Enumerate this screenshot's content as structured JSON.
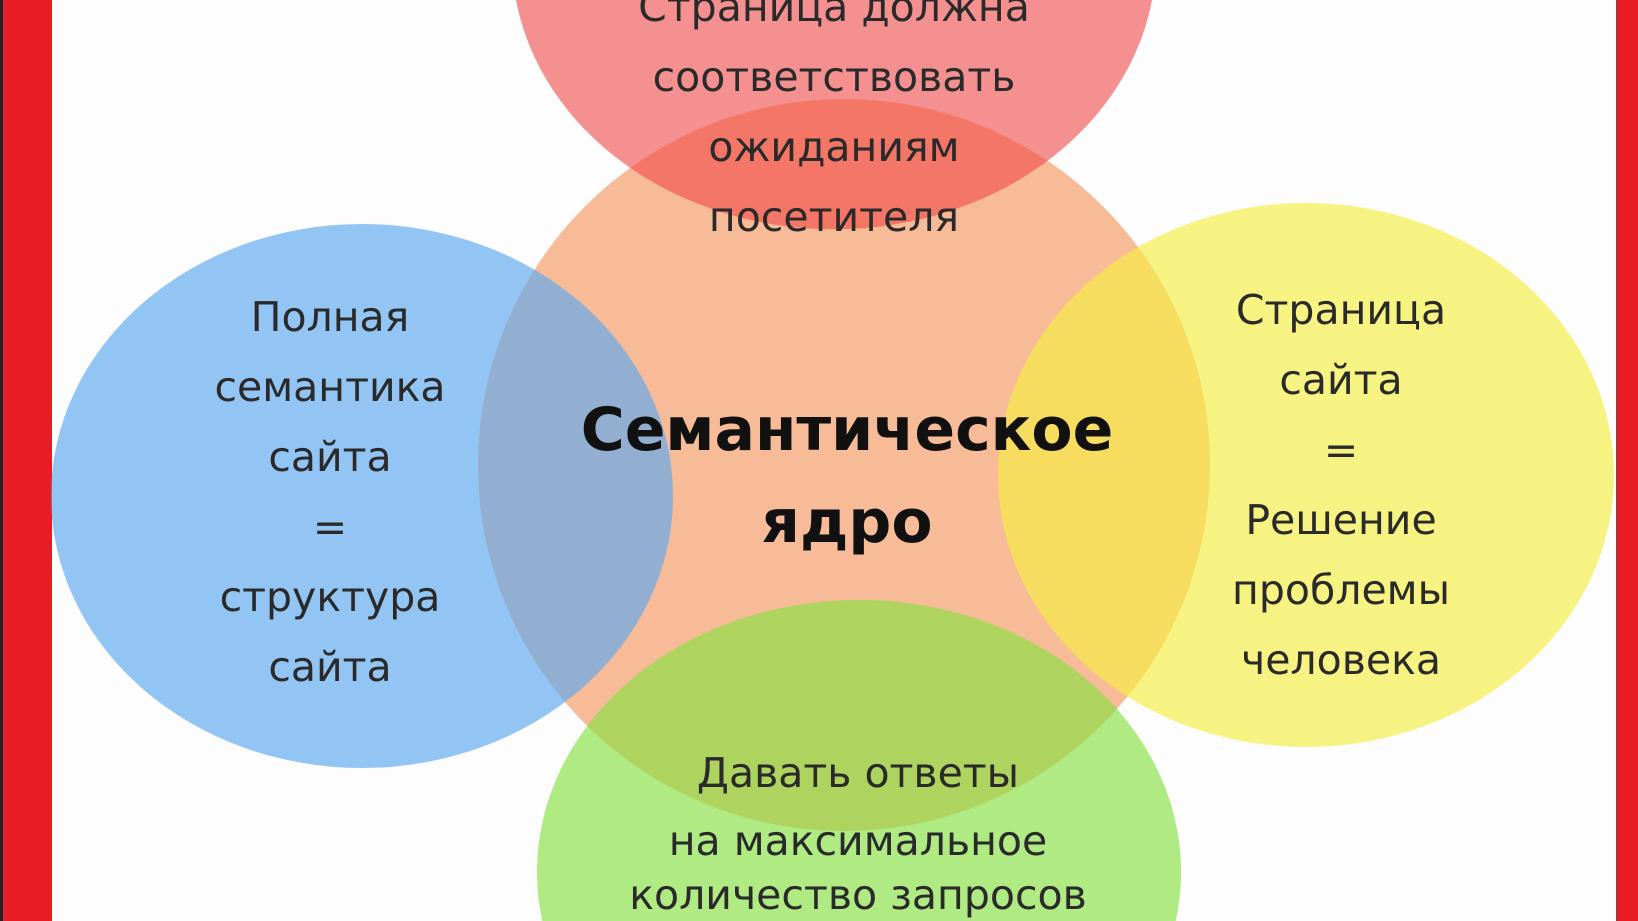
{
  "diagram": {
    "center": {
      "lines": [
        "Семантическое",
        "ядро"
      ],
      "color": "#f7b48c"
    },
    "top": {
      "lines": [
        "Страница должна",
        "соответствовать",
        "ожиданиям",
        "посетителя"
      ],
      "color": "#f04848"
    },
    "left": {
      "lines": [
        "Полная",
        "семантика",
        "сайта",
        "=",
        "структура",
        "сайта"
      ],
      "color": "#5aa8f0"
    },
    "right": {
      "lines": [
        "Страница",
        "сайта",
        "=",
        "Решение",
        "проблемы",
        "человека"
      ],
      "color": "#f4ee40"
    },
    "bottom": {
      "lines": [
        "Давать ответы",
        "на максимальное",
        "количество запросов"
      ],
      "color": "#86e040"
    }
  }
}
